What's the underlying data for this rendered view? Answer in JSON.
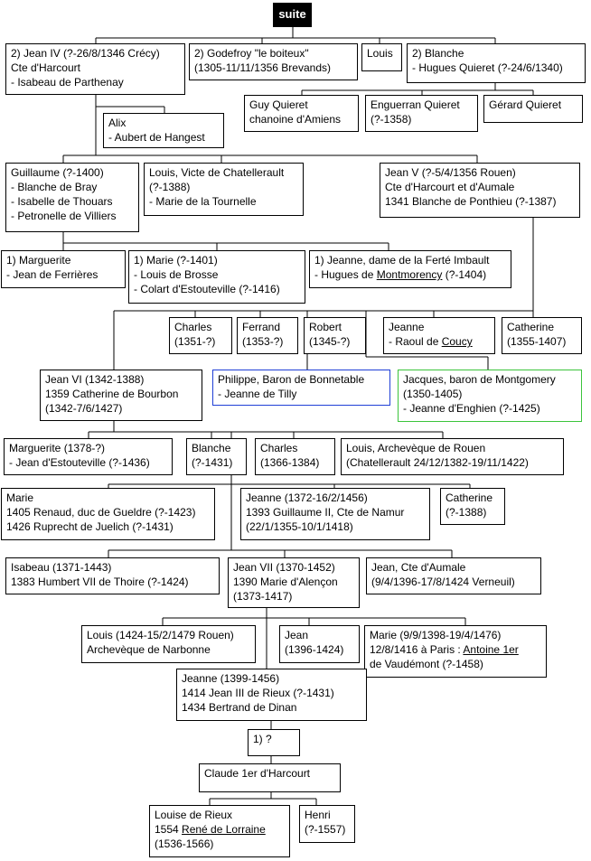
{
  "header": {
    "suite": "suite"
  },
  "boxes": {
    "jean4": [
      "2) Jean IV (?-26/8/1346 Crécy)",
      "Cte d'Harcourt",
      "- Isabeau de Parthenay"
    ],
    "godefroy": [
      "2) Godefroy \"le boiteux\"",
      "(1305-11/11/1356 Brevands)"
    ],
    "louis_top": [
      "Louis"
    ],
    "blanche_top": [
      "2) Blanche",
      "- Hugues Quieret (?-24/6/1340)"
    ],
    "guy": [
      "Guy Quieret",
      "chanoine d'Amiens"
    ],
    "enguerran": [
      "Enguerran Quieret",
      "(?-1358)"
    ],
    "gerard": [
      "Gérard Quieret"
    ],
    "alix": [
      "Alix",
      "- Aubert de Hangest"
    ],
    "guillaume": [
      "Guillaume (?-1400)",
      "- Blanche de Bray",
      "- Isabelle de Thouars",
      "- Petronelle de Villiers"
    ],
    "louis_vicomte": [
      "Louis, Victe de Chatellerault",
      "(?-1388)",
      "- Marie de la Tournelle"
    ],
    "jean5": [
      "Jean V (?-5/4/1356 Rouen)",
      "Cte d'Harcourt et d'Aumale",
      "1341 Blanche de Ponthieu (?-1387)"
    ],
    "marguerite1": [
      "1) Marguerite",
      "- Jean de Ferrières"
    ],
    "marie1": [
      "1) Marie (?-1401)",
      "- Louis de Brosse",
      "- Colart d'Estouteville (?-1416)"
    ],
    "jeanne1": {
      "l1": "1) Jeanne, dame de la Ferté Imbault",
      "pre": "- Hugues de ",
      "link": "Montmorency",
      "post": " (?-1404)"
    },
    "charles1": [
      "Charles",
      "(1351-?)"
    ],
    "ferrand": [
      "Ferrand",
      "(1353-?)"
    ],
    "robert": [
      "Robert",
      "(1345-?)"
    ],
    "jeanne_coucy": {
      "l1": "Jeanne",
      "pre": "- Raoul de ",
      "link": "Coucy"
    },
    "catherine1": [
      "Catherine",
      "(1355-1407)"
    ],
    "jean6": [
      "Jean VI (1342-1388)",
      "1359 Catherine de Bourbon",
      "(1342-7/6/1427)"
    ],
    "philippe": [
      "Philippe, Baron de Bonnetable",
      "- Jeanne de Tilly"
    ],
    "jacques": [
      "Jacques, baron de Montgomery",
      "(1350-1405)",
      "- Jeanne d'Enghien (?-1425)"
    ],
    "marguerite2": [
      "Marguerite (1378-?)",
      "- Jean d'Estouteville (?-1436)"
    ],
    "blanche2": [
      "Blanche",
      "(?-1431)"
    ],
    "charles2": [
      "Charles",
      "(1366-1384)"
    ],
    "louis_arch": [
      "Louis, Archevèque de Rouen",
      "(Chatellerault 24/12/1382-19/11/1422)"
    ],
    "marie2": [
      "Marie",
      "1405 Renaud, duc de Gueldre (?-1423)",
      "1426 Ruprecht de Juelich (?-1431)"
    ],
    "jeanne2": [
      "Jeanne (1372-16/2/1456)",
      "1393 Guillaume II, Cte de Namur",
      "(22/1/1355-10/1/1418)"
    ],
    "catherine2": [
      "Catherine",
      "(?-1388)"
    ],
    "isabeau": [
      "Isabeau (1371-1443)",
      "1383 Humbert VII de Thoire (?-1424)"
    ],
    "jean7": [
      "Jean VII (1370-1452)",
      "1390 Marie d'Alençon",
      "(1373-1417)"
    ],
    "jean_aumale": [
      "Jean, Cte d'Aumale",
      "(9/4/1396-17/8/1424 Verneuil)"
    ],
    "louis_narbonne": [
      "Louis (1424-15/2/1479 Rouen)",
      "Archevèque de Narbonne"
    ],
    "jean_1396": [
      "Jean",
      "(1396-1424)"
    ],
    "marie3": {
      "l1": "Marie (9/9/1398-19/4/1476)",
      "pre": "12/8/1416 à Paris : ",
      "link": "Antoine 1er",
      "l3": "de Vaudémont (?-1458)"
    },
    "jeanne3": [
      "Jeanne (1399-1456)",
      "1414 Jean III de Rieux (?-1431)",
      "1434 Bertrand de Dinan"
    ],
    "unknown": [
      "1) ?"
    ],
    "claude": [
      "Claude 1er d'Harcourt"
    ],
    "louise": {
      "l1": "Louise de Rieux",
      "pre": "1554 ",
      "link": "René de Lorraine",
      "l3": "(1536-1566)"
    },
    "henri": [
      "Henri",
      "(?-1557)"
    ]
  }
}
